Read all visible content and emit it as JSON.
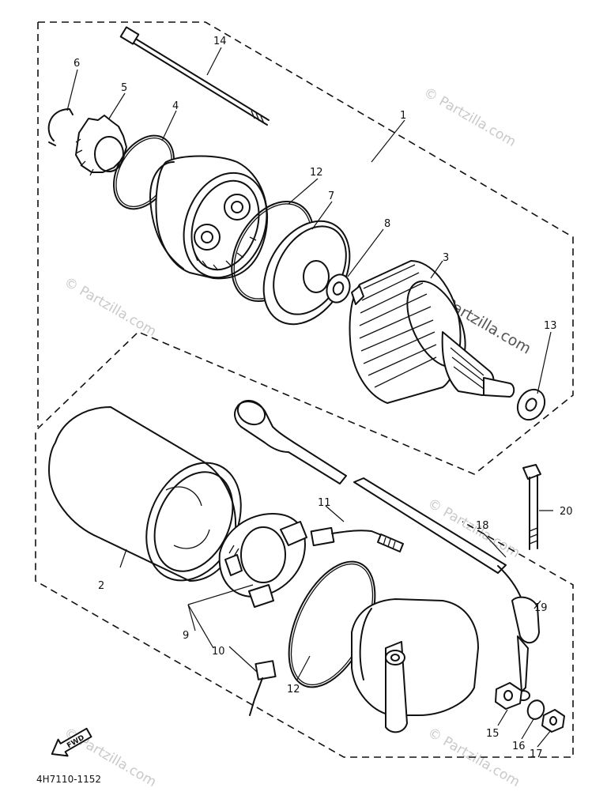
{
  "diagram": {
    "part_code": "4H7110-1152",
    "fwd_label": "FWD",
    "watermark": "© Partzilla.com",
    "callouts": [
      {
        "id": "c1",
        "label": "1"
      },
      {
        "id": "c2",
        "label": "2"
      },
      {
        "id": "c3",
        "label": "3"
      },
      {
        "id": "c4",
        "label": "4"
      },
      {
        "id": "c5",
        "label": "5"
      },
      {
        "id": "c6",
        "label": "6"
      },
      {
        "id": "c7",
        "label": "7"
      },
      {
        "id": "c8",
        "label": "8"
      },
      {
        "id": "c9",
        "label": "9"
      },
      {
        "id": "c10",
        "label": "10"
      },
      {
        "id": "c11",
        "label": "11"
      },
      {
        "id": "c12a",
        "label": "12"
      },
      {
        "id": "c12b",
        "label": "12"
      },
      {
        "id": "c13",
        "label": "13"
      },
      {
        "id": "c14",
        "label": "14"
      },
      {
        "id": "c15",
        "label": "15"
      },
      {
        "id": "c16",
        "label": "16"
      },
      {
        "id": "c17",
        "label": "17"
      },
      {
        "id": "c18",
        "label": "18"
      },
      {
        "id": "c19",
        "label": "19"
      },
      {
        "id": "c20",
        "label": "20"
      }
    ]
  }
}
